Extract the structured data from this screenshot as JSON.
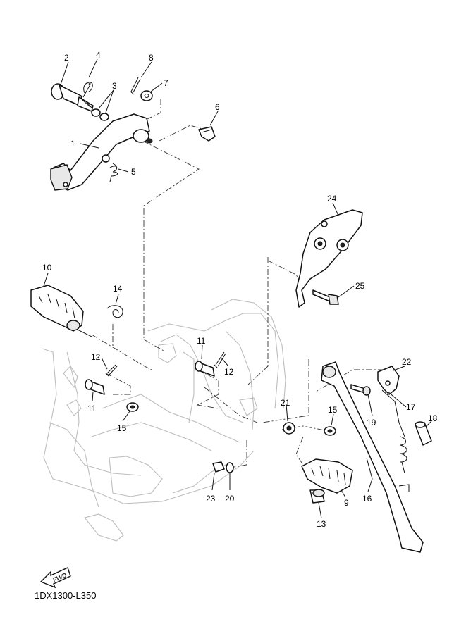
{
  "diagram": {
    "code": "1DX1300-L350",
    "fwd_label": "FWD",
    "callouts": [
      "1",
      "2",
      "3",
      "4",
      "5",
      "6",
      "7",
      "8",
      "9",
      "10",
      "11",
      "11",
      "12",
      "12",
      "13",
      "14",
      "15",
      "15",
      "16",
      "17",
      "18",
      "19",
      "20",
      "21",
      "22",
      "23",
      "24",
      "25"
    ]
  }
}
